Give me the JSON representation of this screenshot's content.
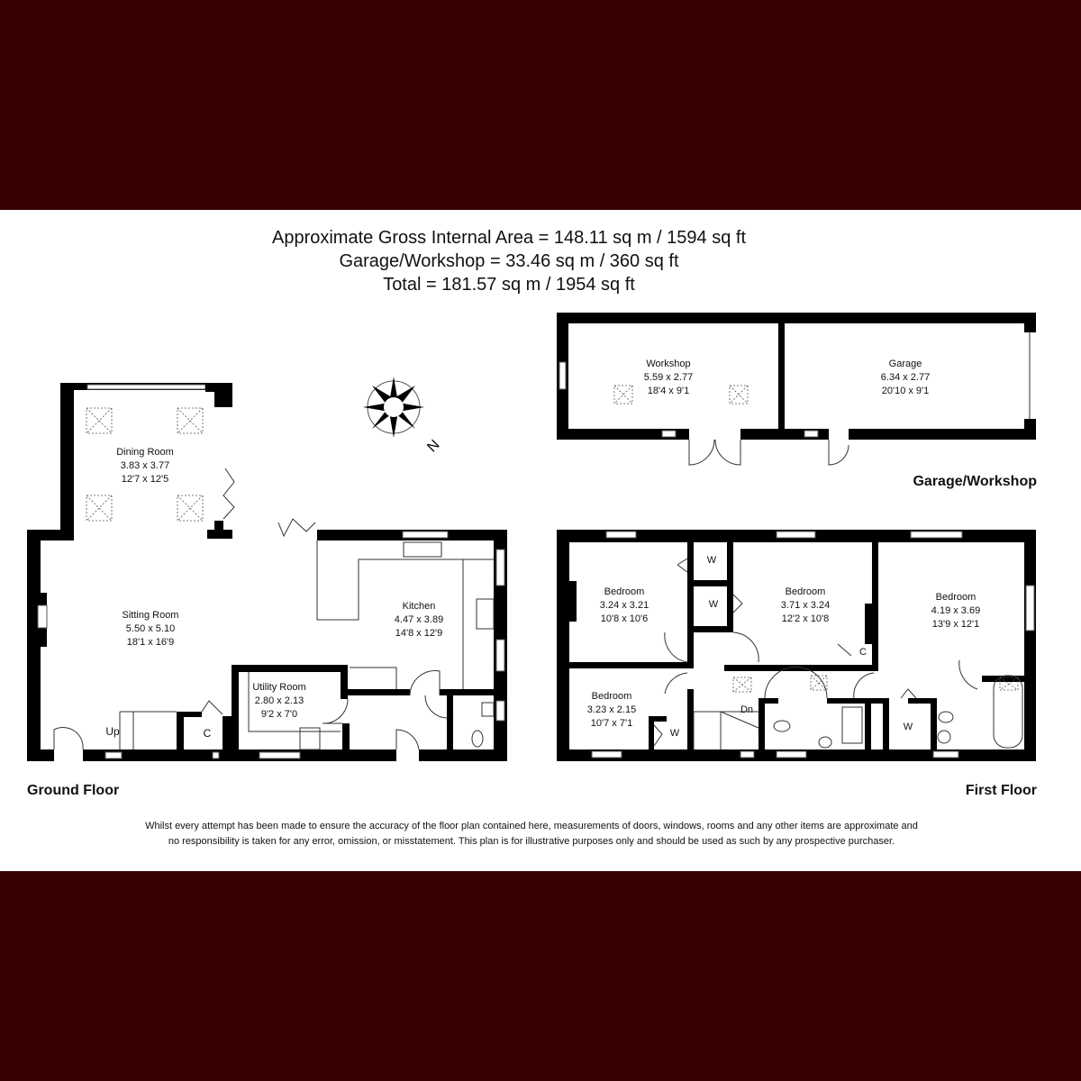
{
  "header": {
    "line1": "Approximate Gross Internal Area = 148.11 sq m / 1594 sq ft",
    "line2": "Garage/Workshop = 33.46 sq m / 360 sq ft",
    "line3": "Total = 181.57 sq m / 1954 sq ft"
  },
  "colors": {
    "band": "#360000",
    "wall": "#000000"
  },
  "compass": {
    "label": "N"
  },
  "ground_floor": {
    "title": "Ground Floor",
    "rooms": [
      {
        "name": "Dining Room",
        "metric": "3.83 x 3.77",
        "imperial": "12'7 x 12'5"
      },
      {
        "name": "Sitting Room",
        "metric": "5.50 x 5.10",
        "imperial": "18'1 x 16'9"
      },
      {
        "name": "Kitchen",
        "metric": "4.47 x 3.89",
        "imperial": "14'8 x 12'9"
      },
      {
        "name": "Utility Room",
        "metric": "2.80 x 2.13",
        "imperial": "9'2 x 7'0"
      }
    ],
    "marks": {
      "up": "Up",
      "cupboard": "C"
    }
  },
  "first_floor": {
    "title": "First Floor",
    "rooms": [
      {
        "name": "Bedroom",
        "metric": "3.24 x 3.21",
        "imperial": "10'8 x 10'6"
      },
      {
        "name": "Bedroom",
        "metric": "3.71 x 3.24",
        "imperial": "12'2 x 10'8"
      },
      {
        "name": "Bedroom",
        "metric": "4.19 x 3.69",
        "imperial": "13'9 x 12'1"
      },
      {
        "name": "Bedroom",
        "metric": "3.23 x 2.15",
        "imperial": "10'7 x 7'1"
      }
    ],
    "marks": {
      "wardrobe": "W",
      "cupboard": "C",
      "down": "Dn"
    }
  },
  "garage_workshop": {
    "title": "Garage/Workshop",
    "rooms": [
      {
        "name": "Workshop",
        "metric": "5.59 x 2.77",
        "imperial": "18'4 x 9'1"
      },
      {
        "name": "Garage",
        "metric": "6.34 x 2.77",
        "imperial": "20'10 x 9'1"
      }
    ]
  },
  "disclaimer": {
    "line1": "Whilst every attempt has been made to ensure the accuracy of the floor plan contained here, measurements of doors, windows, rooms and any other items are approximate and",
    "line2": "no responsibility is taken for any error, omission, or misstatement. This plan is for illustrative purposes only and should be used as such by any prospective purchaser."
  }
}
